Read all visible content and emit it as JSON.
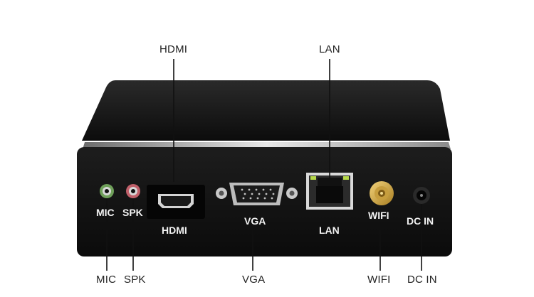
{
  "callouts": {
    "top": [
      "HDMI",
      "LAN"
    ],
    "bottom": [
      "MIC",
      "SPK",
      "VGA",
      "WIFI",
      "DC IN"
    ]
  },
  "panel_labels": {
    "mic": "MIC",
    "spk": "SPK",
    "hdmi": "HDMI",
    "vga": "VGA",
    "lan": "LAN",
    "wifi": "WIFI",
    "dc_in": "DC IN"
  },
  "colors": {
    "device_body": "#141414",
    "mic_ring": "#6fa05a",
    "spk_ring": "#c0606a",
    "wifi_connector": "#d9b24a",
    "lan_led": "#b6d84a"
  }
}
